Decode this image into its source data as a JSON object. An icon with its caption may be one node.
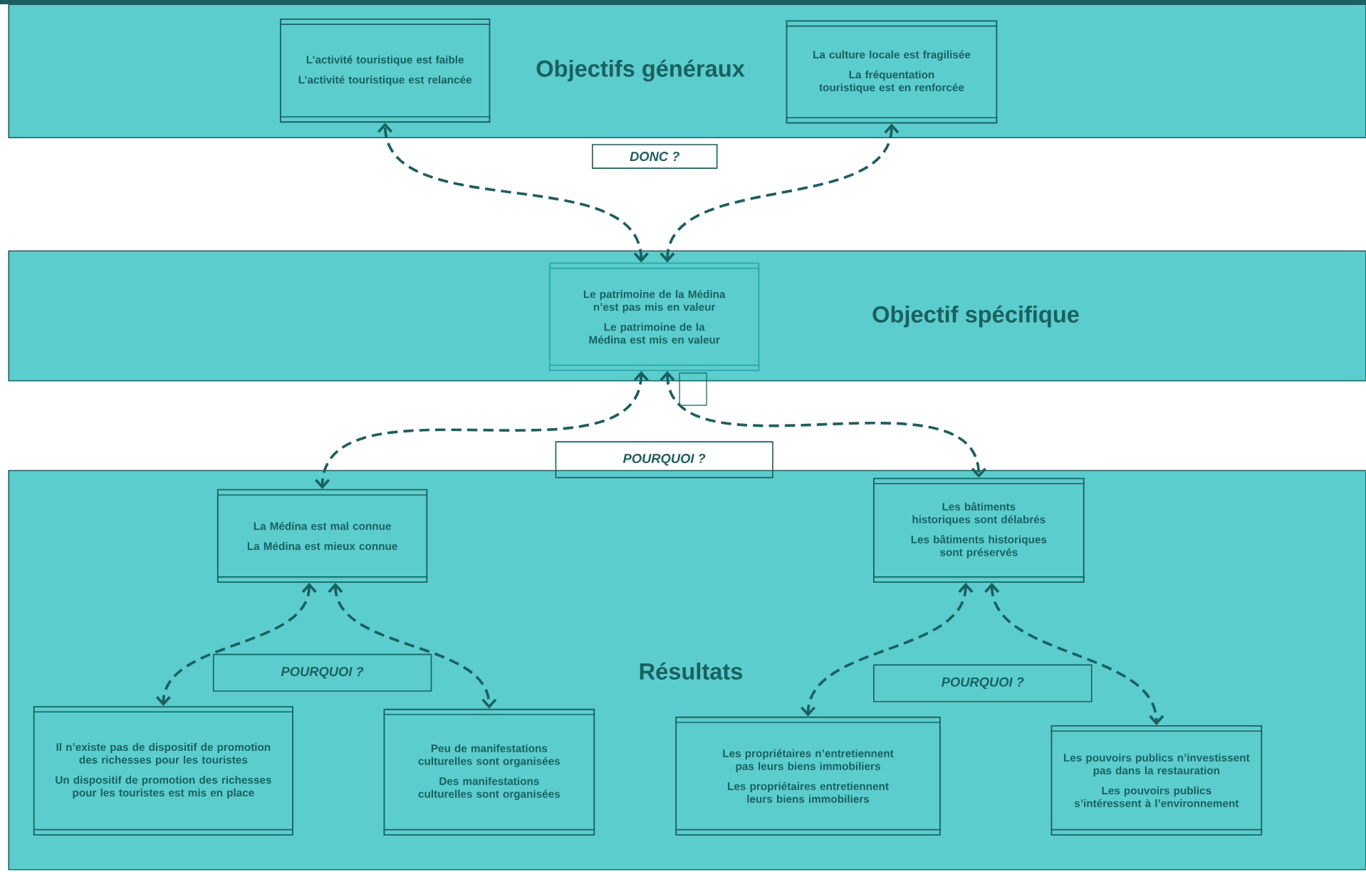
{
  "diagram": {
    "nodes": [
      {
        "text": [
          "Objectifs généraux"
        ]
      },
      {
        "text": [
          "L’activité touristique est faible",
          "L’activité touristique est relancée"
        ],
        "in": 0
      },
      {
        "text": [
          "La culture locale est fragilisée",
          "La fréquentation touristique est en renforcée"
        ],
        "in": 0
      },
      {
        "text": [
          "DONC ?"
        ]
      },
      {
        "text": [
          "Objectif spécifique"
        ]
      },
      {
        "text": [
          "Le patrimoine de la Médina n’est pas mis en valeur",
          "Le patrimoine de la Médina est mis en valeur"
        ],
        "in": 4
      },
      {
        "text": [
          "POURQUOI ?"
        ]
      },
      {
        "text": [
          "Résultats"
        ]
      },
      {
        "text": [
          "La Médina est mal connue",
          "La Médina est mieux connue"
        ],
        "in": 7
      },
      {
        "text": [
          "Les bâtiments historiques sont délabrés",
          "Les bâtiments historiques sont préservés"
        ],
        "in": 7
      },
      {
        "text": [
          "POURQUOI ?"
        ],
        "in": 7
      },
      {
        "text": [
          "POURQUOI ?"
        ],
        "in": 7
      },
      {
        "text": [
          "Il n’existe pas de dispositif de promotion des richesses pour les touristes",
          "Un dispositif de promotion des richesses pour les touristes est mis en place"
        ],
        "in": 7
      },
      {
        "text": [
          "Peu de manifestations culturelles sont organisées",
          "Des manifestations culturelles sont organisées"
        ],
        "in": 7
      },
      {
        "text": [
          "Les propriétaires n’entretiennent pas leurs biens immobiliers",
          "Les propriétaires entretiennent leurs biens immobiliers"
        ],
        "in": 7
      },
      {
        "text": [
          "Les pouvoirs publics n’investissent pas dans la restauration",
          "Les pouvoirs publics s’intéressent à l’environnement"
        ],
        "in": 7
      }
    ],
    "edges": [
      {
        "from": 5,
        "to": 1,
        "arrow": "both",
        "style": "dashed"
      },
      {
        "from": 5,
        "to": 2,
        "arrow": "both",
        "style": "dashed"
      },
      {
        "from": 5,
        "to": 8,
        "arrow": "both",
        "style": "dashed"
      },
      {
        "from": 5,
        "to": 9,
        "arrow": "both",
        "style": "dashed"
      },
      {
        "from": 8,
        "to": 12,
        "arrow": "both",
        "style": "dashed"
      },
      {
        "from": 8,
        "to": 13,
        "arrow": "both",
        "style": "dashed"
      },
      {
        "from": 9,
        "to": 14,
        "arrow": "both",
        "style": "dashed"
      },
      {
        "from": 9,
        "to": 15,
        "arrow": "both",
        "style": "dashed"
      }
    ]
  }
}
